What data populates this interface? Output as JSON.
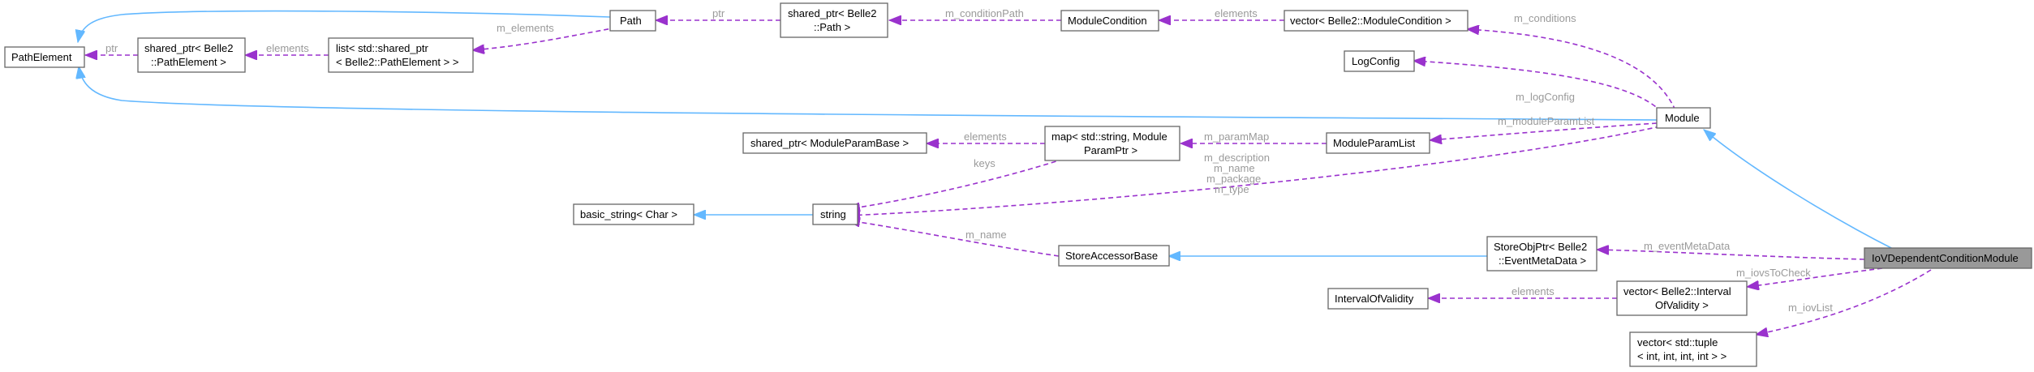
{
  "diagram": {
    "nodes": {
      "path_element": "PathElement",
      "shared_ptr_pathelement": [
        "shared_ptr< Belle2",
        "::PathElement >"
      ],
      "list_shared_ptr": [
        "list< std::shared_ptr",
        "< Belle2::PathElement > >"
      ],
      "path": "Path",
      "shared_ptr_path": [
        "shared_ptr< Belle2",
        "::Path >"
      ],
      "module_condition": "ModuleCondition",
      "vector_modulecondition": "vector< Belle2::ModuleCondition >",
      "log_config": "LogConfig",
      "module": "Module",
      "shared_ptr_moduleparambase": "shared_ptr< ModuleParamBase >",
      "map_string_moduleparamptr": [
        "map< std::string, Module",
        "ParamPtr >"
      ],
      "module_param_list": "ModuleParamList",
      "basic_string": "basic_string< Char >",
      "string": "string",
      "store_accessor_base": "StoreAccessorBase",
      "store_obj_ptr": [
        "StoreObjPtr< Belle2",
        "::EventMetaData >"
      ],
      "iov_dependent_condition_module": "IoVDependentConditionModule",
      "interval_of_validity": "IntervalOfValidity",
      "vector_interval": [
        "vector< Belle2::Interval",
        "OfValidity >"
      ],
      "vector_tuple": [
        "vector< std::tuple",
        "< int, int, int, int > >"
      ]
    },
    "edge_labels": {
      "ptr_path_element": "ptr",
      "elements_path_element": "elements",
      "m_elements": "m_elements",
      "ptr_path": "ptr",
      "m_condition_path": "m_conditionPath",
      "elements_module_condition": "elements",
      "m_conditions": "m_conditions",
      "m_log_config": "m_logConfig",
      "m_module_param_list": "m_moduleParamList",
      "elements_moduleparambase": "elements",
      "m_param_map": "m_paramMap",
      "keys": "keys",
      "module_string_members": [
        "m_description",
        "m_name",
        "m_package",
        "m_type"
      ],
      "m_name_storeaccessor": "m_name",
      "m_event_meta_data": "m_eventMetaData",
      "m_iovs_to_check": "m_iovsToCheck",
      "elements_interval": "elements",
      "m_iov_list": "m_iovList"
    }
  }
}
